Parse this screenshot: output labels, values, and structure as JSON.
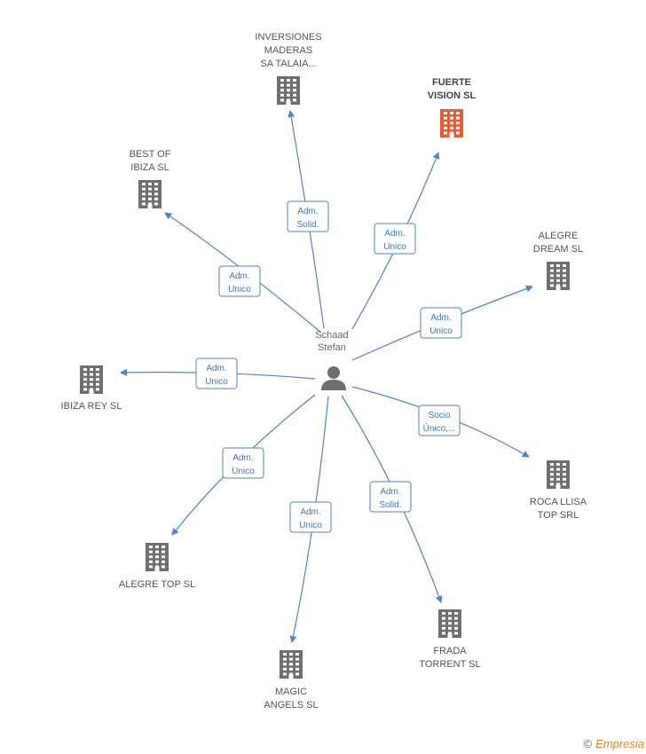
{
  "center": {
    "name": [
      "Schaad",
      "Stefan"
    ],
    "icon": "person-icon"
  },
  "colors": {
    "edge": "#4a86d0",
    "building": "#6f6f6f",
    "highlight": "#ea5a35"
  },
  "nodes": [
    {
      "id": "inversiones",
      "label": [
        "INVERSIONES",
        "MADERAS",
        "SA TALAIA..."
      ],
      "highlight": false,
      "relation": [
        "Adm.",
        "Solid."
      ]
    },
    {
      "id": "fuerte",
      "label": [
        "FUERTE",
        "VISION SL"
      ],
      "highlight": true,
      "relation": [
        "Adm.",
        "Unico"
      ]
    },
    {
      "id": "best",
      "label": [
        "BEST OF",
        "IBIZA SL"
      ],
      "highlight": false,
      "relation": [
        "Adm.",
        "Unico"
      ]
    },
    {
      "id": "alegre_dream",
      "label": [
        "ALEGRE",
        "DREAM SL"
      ],
      "highlight": false,
      "relation": [
        "Adm.",
        "Unico"
      ]
    },
    {
      "id": "ibiza_rey",
      "label": [
        "IBIZA REY SL"
      ],
      "highlight": false,
      "relation": [
        "Adm.",
        "Unico"
      ]
    },
    {
      "id": "roca",
      "label": [
        "ROCA LLISA",
        "TOP SRL"
      ],
      "highlight": false,
      "relation": [
        "Socio",
        "Único,..."
      ]
    },
    {
      "id": "alegre_top",
      "label": [
        "ALEGRE TOP SL"
      ],
      "highlight": false,
      "relation": [
        "Adm.",
        "Unico"
      ]
    },
    {
      "id": "magic",
      "label": [
        "MAGIC",
        "ANGELS  SL"
      ],
      "highlight": false,
      "relation": [
        "Adm.",
        "Unico"
      ]
    },
    {
      "id": "frada",
      "label": [
        "FRADA",
        "TORRENT SL"
      ],
      "highlight": false,
      "relation": [
        "Adm.",
        "Solid."
      ]
    }
  ],
  "footer": {
    "copyright": "©",
    "brand": "Empresia"
  }
}
